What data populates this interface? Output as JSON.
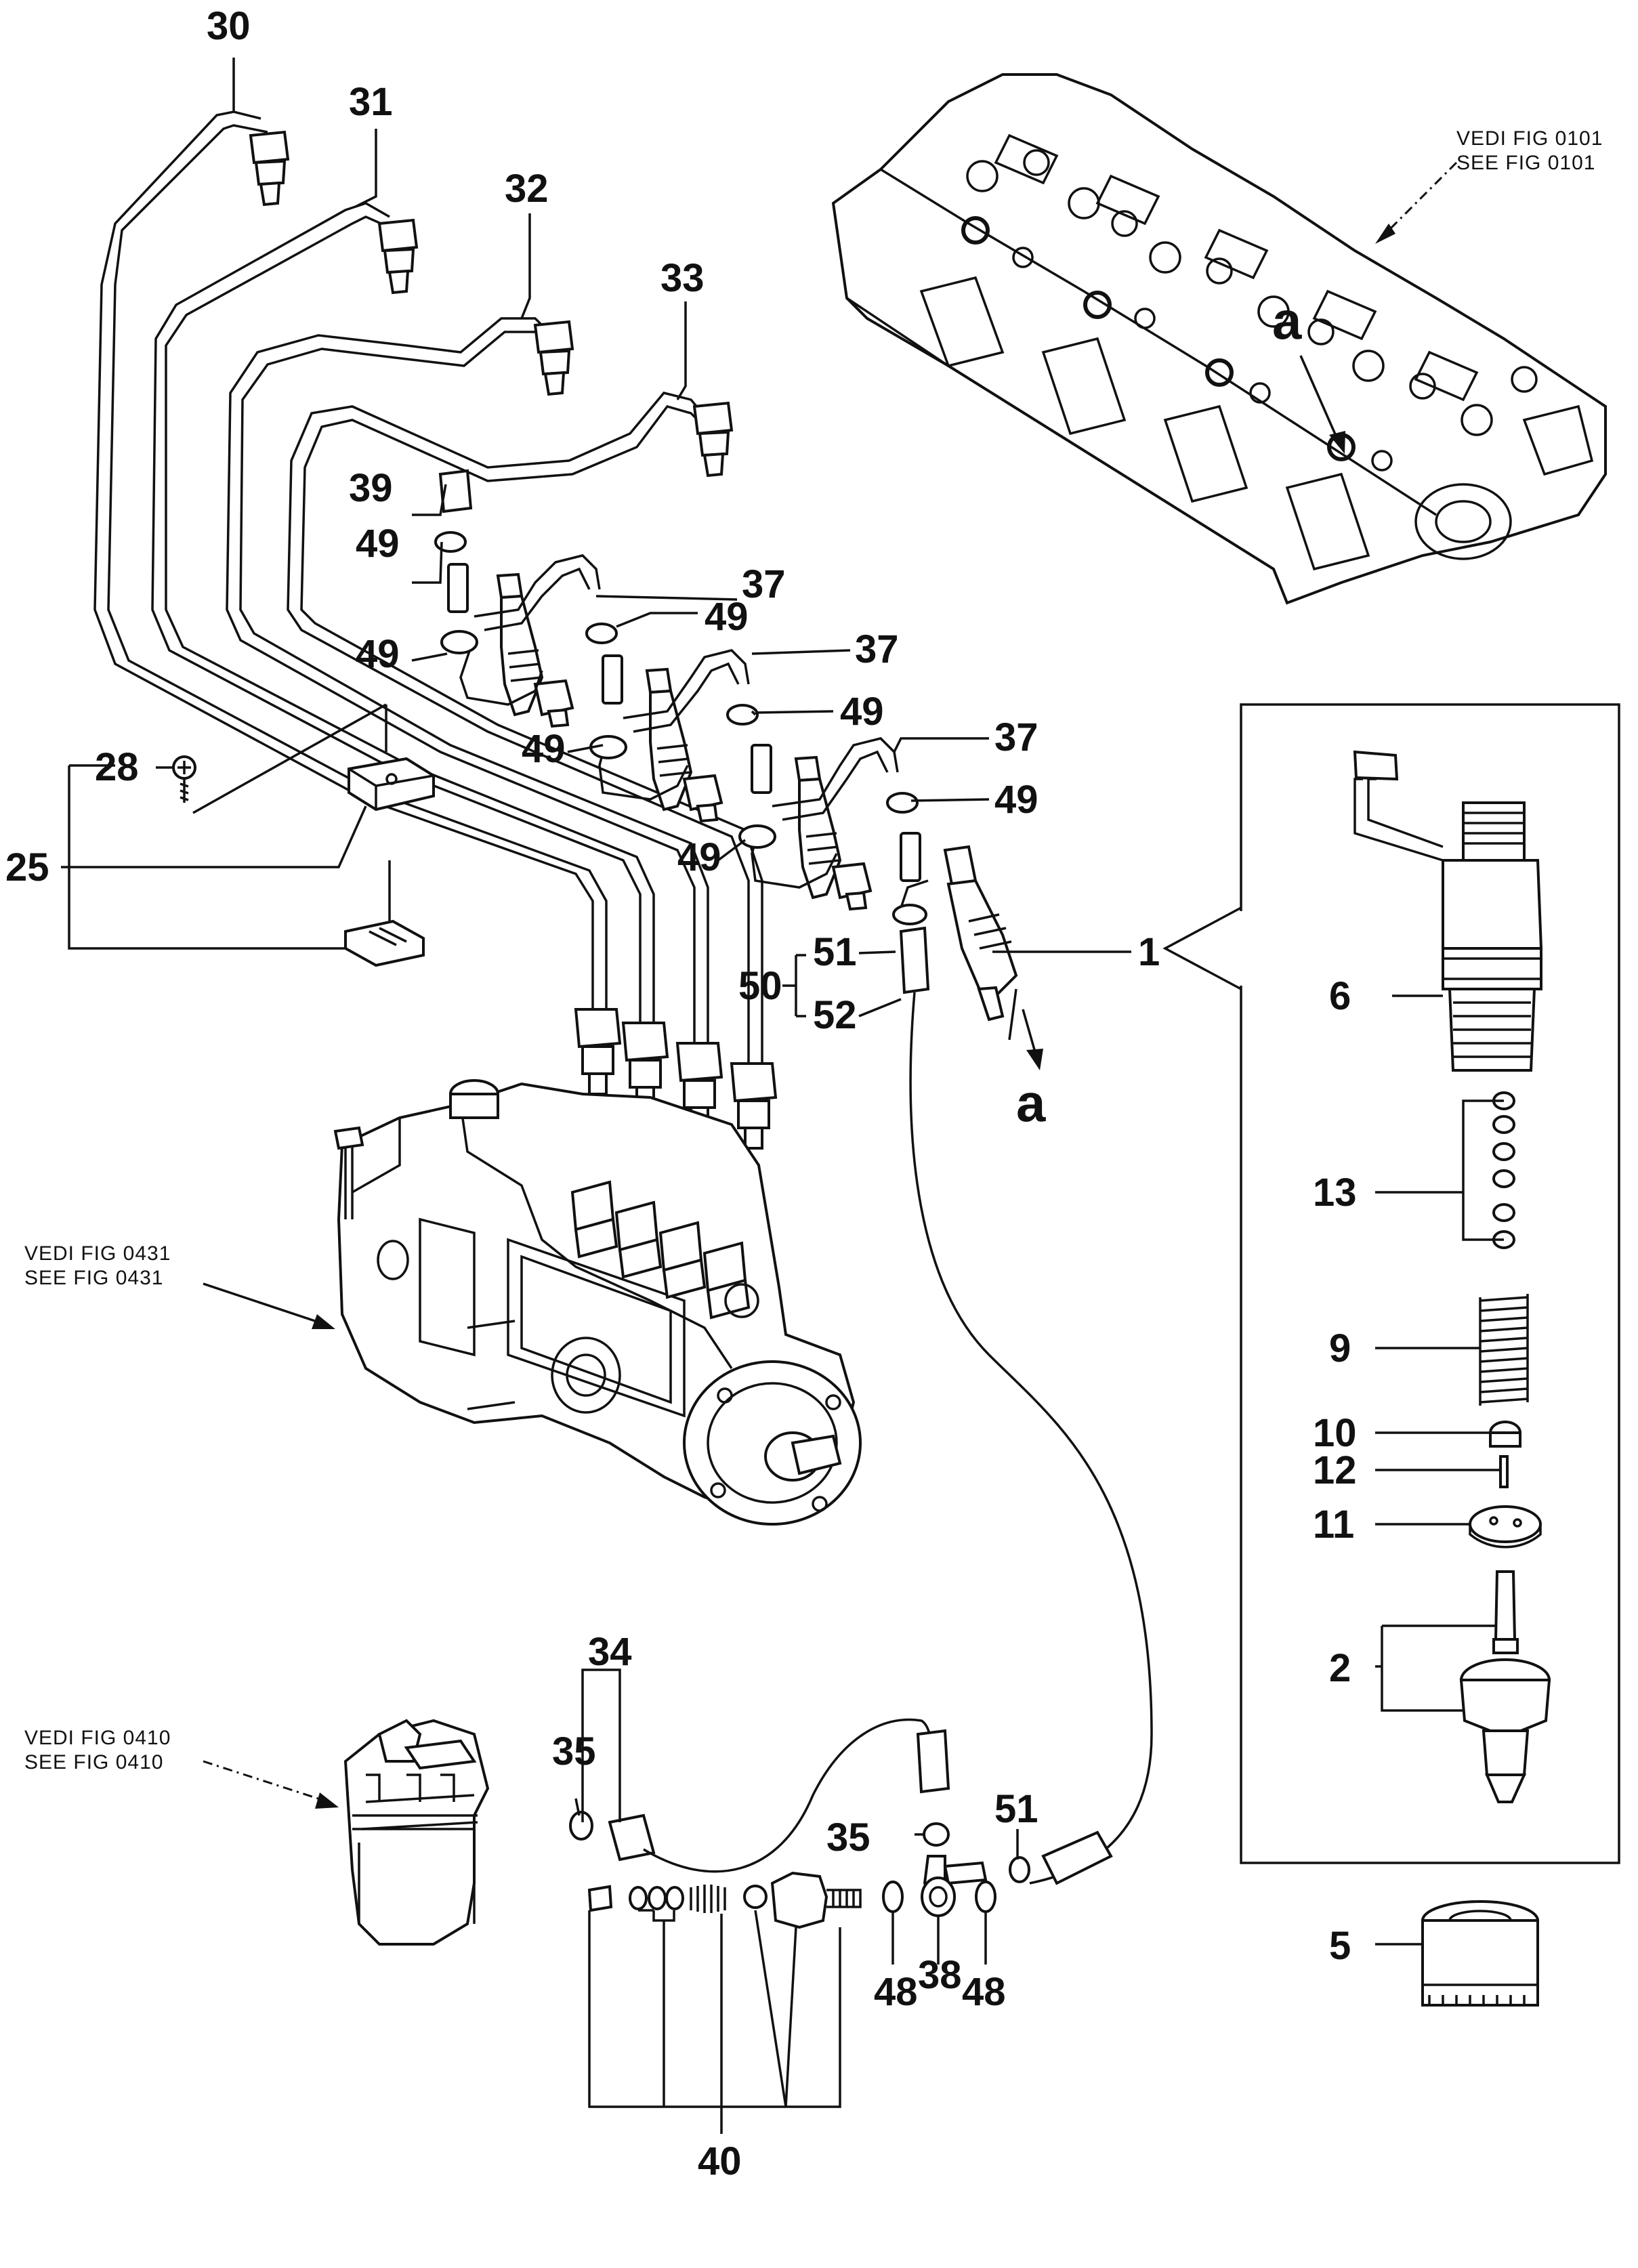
{
  "callouts": {
    "p30": "30",
    "p31": "31",
    "p32": "32",
    "p33": "33",
    "p39": "39",
    "p49a": "49",
    "p37a": "37",
    "p49b": "49",
    "p49c": "49",
    "p37b": "37",
    "p49d": "49",
    "p49e": "49",
    "p37c": "37",
    "p49f": "49",
    "p49g": "49",
    "p28": "28",
    "p25": "25",
    "p51a": "51",
    "p50": "50",
    "p52": "52",
    "p1": "1",
    "p6": "6",
    "p13": "13",
    "p9": "9",
    "p10": "10",
    "p12": "12",
    "p11": "11",
    "p2": "2",
    "p5": "5",
    "p34": "34",
    "p35a": "35",
    "p35b": "35",
    "p51b": "51",
    "p48a": "48",
    "p38": "38",
    "p48b": "48",
    "p40": "40",
    "a1": "a",
    "a2": "a"
  },
  "references": {
    "head_it": "VEDI FIG 0101",
    "head_en": "SEE FIG 0101",
    "pump_it": "VEDI FIG 0431",
    "pump_en": "SEE FIG 0431",
    "filter_it": "VEDI FIG 0410",
    "filter_en": "SEE FIG 0410"
  }
}
